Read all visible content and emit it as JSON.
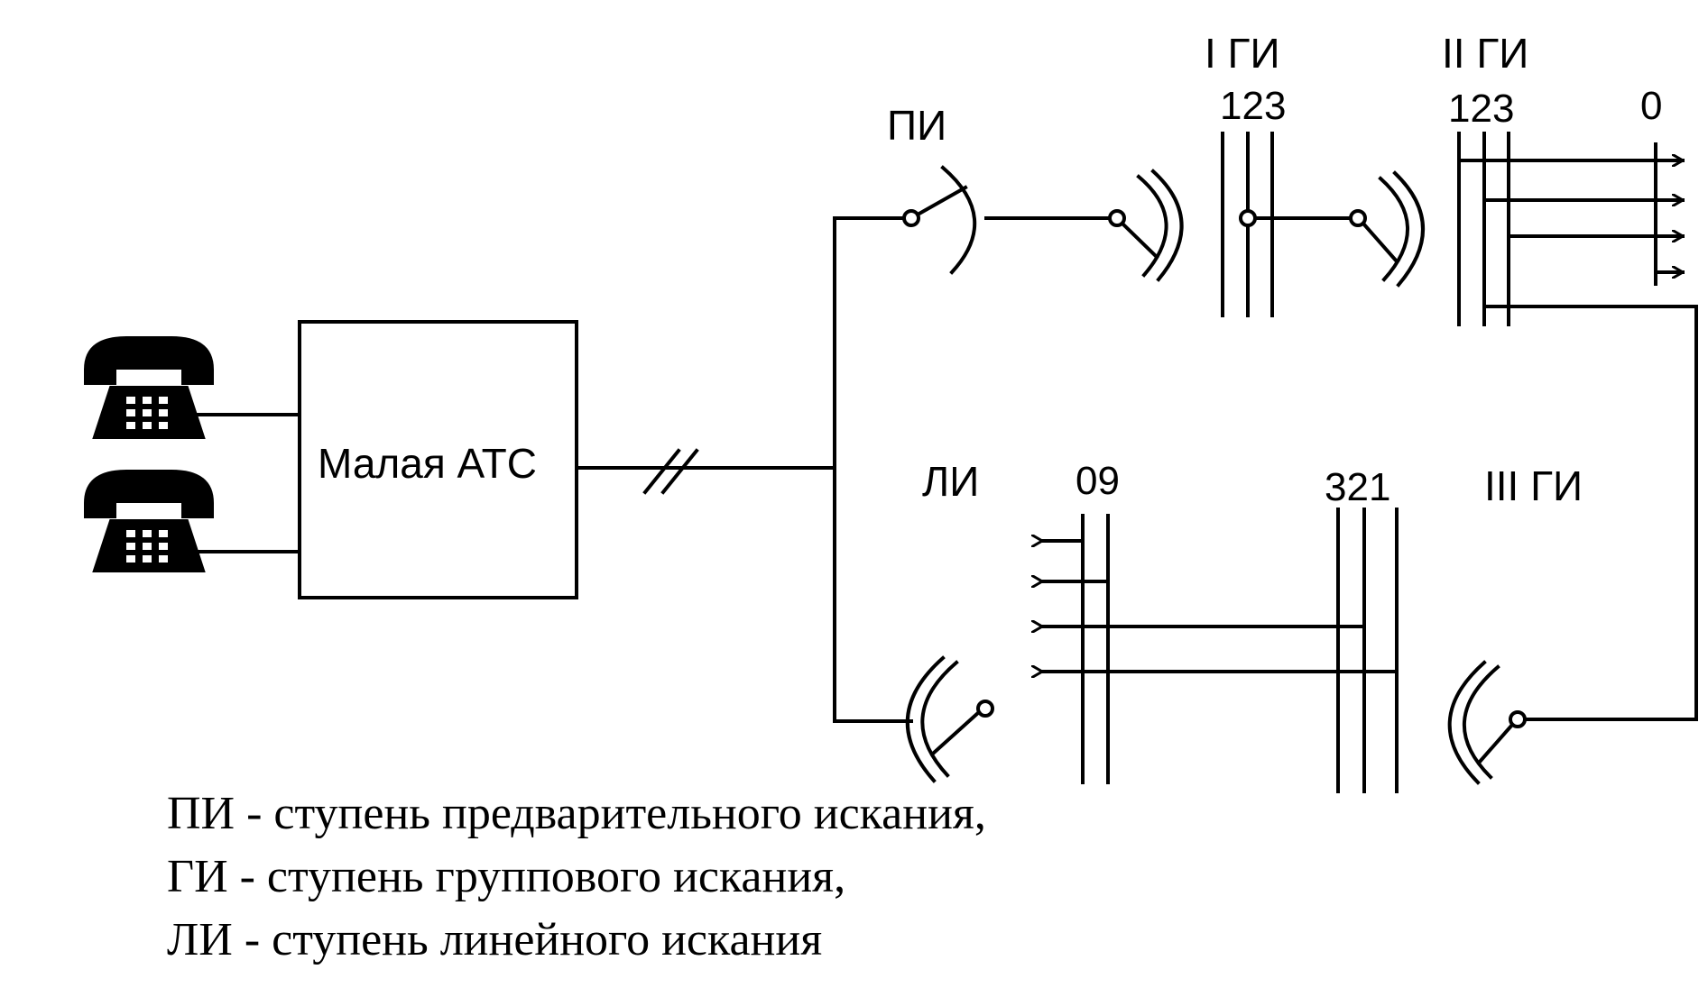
{
  "labels": {
    "pi": "ПИ",
    "gi1": "I ГИ",
    "gi2": "II ГИ",
    "gi3": "III ГИ",
    "li": "ЛИ",
    "pbx": "Малая АТС",
    "gi1_digits": "123",
    "gi2_digits": "123",
    "gi2_zero": "0",
    "li_digits": "09",
    "gi3_digits": "321"
  },
  "legend": [
    "ПИ - ступень предварительного искания,",
    "ГИ - ступень группового искания,",
    "ЛИ - ступень линейного искания"
  ],
  "icons": [
    "telephone-icon",
    "telephone-icon"
  ],
  "colors": {
    "ink": "#000000",
    "background": "#ffffff"
  }
}
